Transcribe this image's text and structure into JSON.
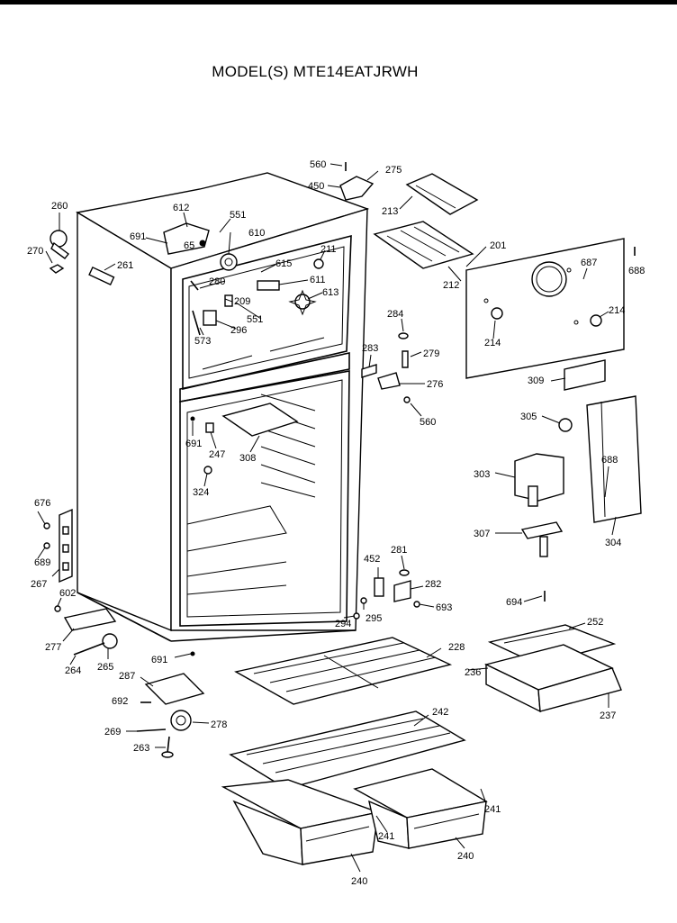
{
  "title": "MODEL(S) MTE14EATJRWH",
  "callouts": {
    "c560a": "560",
    "c275": "275",
    "c450": "450",
    "c213": "213",
    "c260": "260",
    "c612": "612",
    "c551a": "551",
    "c691a": "691",
    "c65": "65",
    "c610": "610",
    "c270": "270",
    "c261": "261",
    "c211": "211",
    "c615": "615",
    "c611": "611",
    "c280": "280",
    "c613": "613",
    "c209": "209",
    "c551b": "551",
    "c296": "296",
    "c573": "573",
    "c212": "212",
    "c201": "201",
    "c687": "687",
    "c688a": "688",
    "c214a": "214",
    "c214b": "214",
    "c284": "284",
    "c279": "279",
    "c283": "283",
    "c276": "276",
    "c560b": "560",
    "c309": "309",
    "c305": "305",
    "c303": "303",
    "c688b": "688",
    "c307": "307",
    "c304": "304",
    "c691b": "691",
    "c247": "247",
    "c308": "308",
    "c324": "324",
    "c676": "676",
    "c689": "689",
    "c267": "267",
    "c602": "602",
    "c277": "277",
    "c452": "452",
    "c281": "281",
    "c282": "282",
    "c693": "693",
    "c294": "294",
    "c295": "295",
    "c694": "694",
    "c691c": "691",
    "c264": "264",
    "c265": "265",
    "c228": "228",
    "c252": "252",
    "c236": "236",
    "c237": "237",
    "c287": "287",
    "c692": "692",
    "c269": "269",
    "c278": "278",
    "c263": "263",
    "c242": "242",
    "c241a": "241",
    "c241b": "241",
    "c240a": "240",
    "c240b": "240"
  }
}
